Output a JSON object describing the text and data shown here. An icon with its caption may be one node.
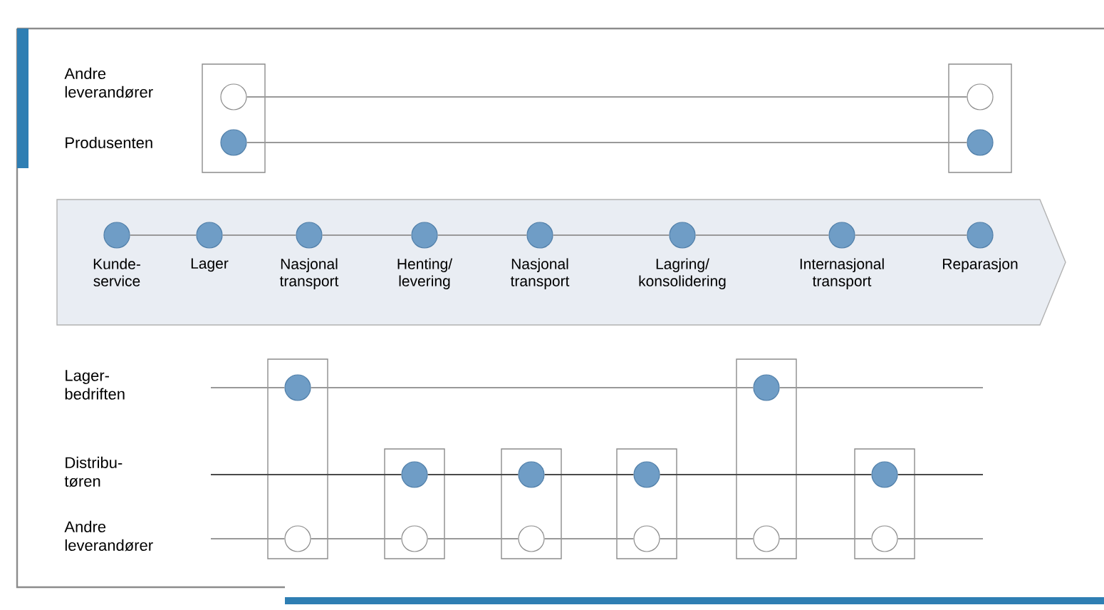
{
  "diagram": {
    "nodes": [
      {
        "text": [],
        "shape": "box"
      },
      {
        "text": [],
        "shape": "circle",
        "in": 0
      },
      {
        "text": [],
        "shape": "circle",
        "in": 0
      },
      {
        "text": [],
        "shape": "box"
      },
      {
        "text": [],
        "shape": "circle",
        "in": 3
      },
      {
        "text": [],
        "shape": "circle",
        "in": 3
      },
      {
        "text": [],
        "shape": "chevron"
      },
      {
        "text": [],
        "shape": "circle",
        "in": 6,
        "beside": [
          "Kunde- service"
        ]
      },
      {
        "text": [],
        "shape": "circle",
        "in": 6,
        "beside": [
          "Lager"
        ]
      },
      {
        "text": [],
        "shape": "circle",
        "in": 6,
        "beside": [
          "Nasjonal transport"
        ]
      },
      {
        "text": [],
        "shape": "circle",
        "in": 6,
        "beside": [
          "Henting/ levering"
        ]
      },
      {
        "text": [],
        "shape": "circle",
        "in": 6,
        "beside": [
          "Nasjonal transport"
        ]
      },
      {
        "text": [],
        "shape": "circle",
        "in": 6,
        "beside": [
          "Lagring/ konsolidering"
        ]
      },
      {
        "text": [],
        "shape": "circle",
        "in": 6,
        "beside": [
          "Internasjonal transport"
        ]
      },
      {
        "text": [],
        "shape": "circle",
        "in": 6,
        "beside": [
          "Reparasjon"
        ]
      },
      {
        "text": [],
        "shape": "box"
      },
      {
        "text": [],
        "shape": "circle",
        "in": 15
      },
      {
        "text": [],
        "shape": "circle",
        "in": 15
      },
      {
        "text": [],
        "shape": "box"
      },
      {
        "text": [],
        "shape": "circle",
        "in": 18
      },
      {
        "text": [],
        "shape": "circle",
        "in": 18
      },
      {
        "text": [],
        "shape": "box"
      },
      {
        "text": [],
        "shape": "circle",
        "in": 21
      },
      {
        "text": [],
        "shape": "circle",
        "in": 21
      },
      {
        "text": [],
        "shape": "box"
      },
      {
        "text": [],
        "shape": "circle",
        "in": 24
      },
      {
        "text": [],
        "shape": "circle",
        "in": 24
      },
      {
        "text": [],
        "shape": "box"
      },
      {
        "text": [],
        "shape": "circle",
        "in": 27
      },
      {
        "text": [],
        "shape": "circle",
        "in": 27
      },
      {
        "text": [],
        "shape": "box"
      },
      {
        "text": [],
        "shape": "circle",
        "in": 30
      },
      {
        "text": [],
        "shape": "circle",
        "in": 30
      }
    ],
    "edges": [
      {
        "from": 1,
        "to": 4,
        "arrow": "none"
      },
      {
        "from": 2,
        "to": 5,
        "arrow": "none"
      },
      {
        "from": 7,
        "to": 8,
        "arrow": "none"
      },
      {
        "from": 8,
        "to": 9,
        "arrow": "none"
      },
      {
        "from": 9,
        "to": 10,
        "arrow": "none"
      },
      {
        "from": 10,
        "to": 11,
        "arrow": "none"
      },
      {
        "from": 11,
        "to": 12,
        "arrow": "none"
      },
      {
        "from": 12,
        "to": 13,
        "arrow": "none"
      },
      {
        "from": 13,
        "to": 14,
        "arrow": "none"
      },
      {
        "from": null,
        "to": 16,
        "arrow": "none"
      },
      {
        "from": 16,
        "to": 28,
        "arrow": "none"
      },
      {
        "from": 28,
        "to": null,
        "arrow": "none"
      },
      {
        "from": null,
        "to": 19,
        "arrow": "none",
        "color": "#4a4a4a"
      },
      {
        "from": 19,
        "to": 22,
        "arrow": "none",
        "color": "#4a4a4a"
      },
      {
        "from": 22,
        "to": 25,
        "arrow": "none",
        "color": "#4a4a4a"
      },
      {
        "from": 25,
        "to": 31,
        "arrow": "none",
        "color": "#4a4a4a"
      },
      {
        "from": 31,
        "to": null,
        "arrow": "none",
        "color": "#4a4a4a"
      },
      {
        "from": null,
        "to": 17,
        "arrow": "none"
      },
      {
        "from": 17,
        "to": 20,
        "arrow": "none"
      },
      {
        "from": 20,
        "to": 23,
        "arrow": "none"
      },
      {
        "from": 23,
        "to": 26,
        "arrow": "none"
      },
      {
        "from": 26,
        "to": 29,
        "arrow": "none"
      },
      {
        "from": 29,
        "to": 32,
        "arrow": "none"
      },
      {
        "from": 32,
        "to": null,
        "arrow": "none"
      }
    ],
    "labels": [
      "Andre leverandører",
      "Produsenten",
      "Lager- bedriften",
      "Distribu- tøren",
      "Andre leverandører"
    ]
  }
}
